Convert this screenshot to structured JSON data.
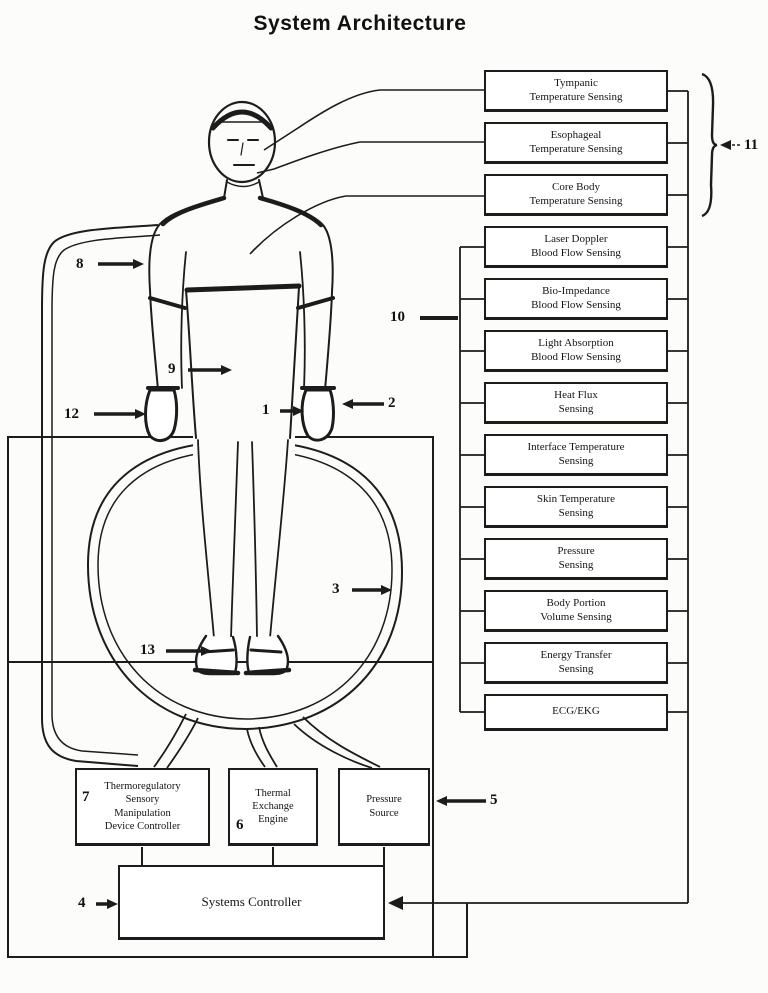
{
  "title": "System Architecture",
  "sensors": [
    {
      "line1": "Tympanic",
      "line2": "Temperature Sensing"
    },
    {
      "line1": "Esophageal",
      "line2": "Temperature Sensing"
    },
    {
      "line1": "Core Body",
      "line2": "Temperature Sensing"
    },
    {
      "line1": "Laser Doppler",
      "line2": "Blood Flow Sensing"
    },
    {
      "line1": "Bio-Impedance",
      "line2": "Blood Flow Sensing"
    },
    {
      "line1": "Light Absorption",
      "line2": "Blood Flow Sensing"
    },
    {
      "line1": "Heat Flux",
      "line2": "Sensing"
    },
    {
      "line1": "Interface Temperature",
      "line2": "Sensing"
    },
    {
      "line1": "Skin Temperature",
      "line2": "Sensing"
    },
    {
      "line1": "Pressure",
      "line2": "Sensing"
    },
    {
      "line1": "Body Portion",
      "line2": "Volume Sensing"
    },
    {
      "line1": "Energy Transfer",
      "line2": "Sensing"
    },
    {
      "line1": "ECG/EKG",
      "line2": ""
    }
  ],
  "controllers": {
    "thermo": {
      "l1": "Thermoregulatory",
      "l2": "Sensory",
      "l3": "Manipulation",
      "l4": "Device Controller"
    },
    "thermal": {
      "l1": "Thermal",
      "l2": "Exchange",
      "l3": "Engine"
    },
    "pressure_source": {
      "l1": "Pressure",
      "l2": "Source"
    },
    "systems": {
      "label": "Systems Controller"
    }
  },
  "refs": {
    "r1": "1",
    "r2": "2",
    "r3": "3",
    "r4": "4",
    "r5": "5",
    "r6": "6",
    "r7": "7",
    "r8": "8",
    "r9": "9",
    "r10": "10",
    "r11": "11",
    "r12": "12",
    "r13": "13"
  }
}
